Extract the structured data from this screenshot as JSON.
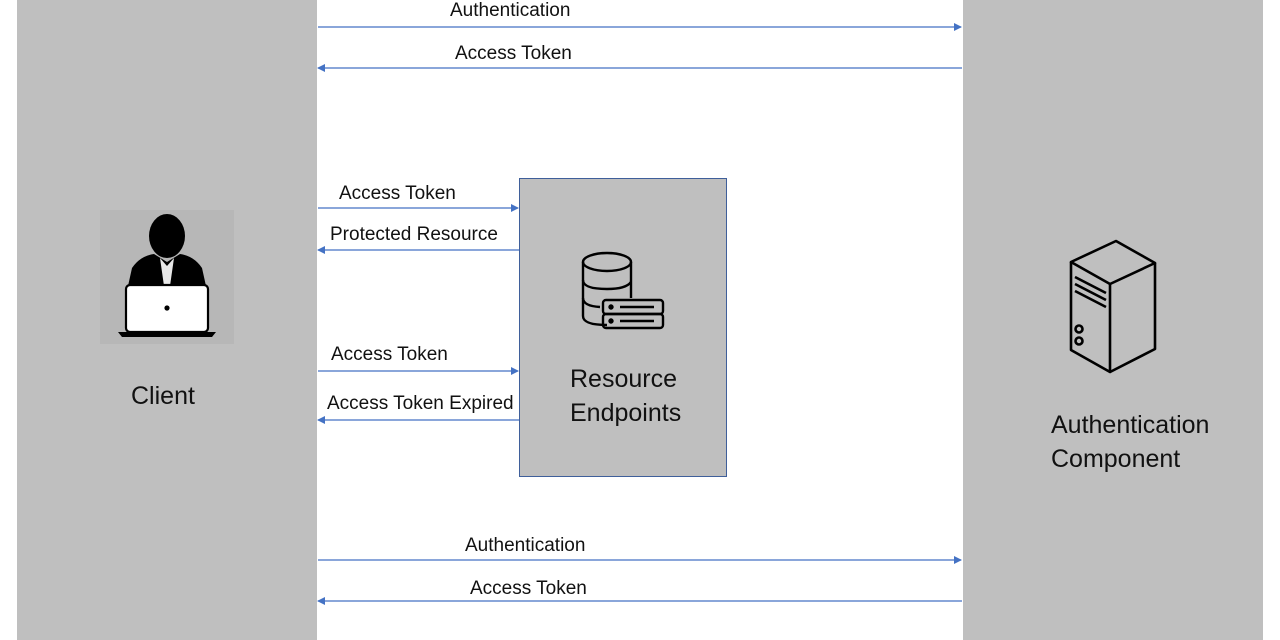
{
  "colors": {
    "lane": "#bfbfbf",
    "arrow": "#4472c4",
    "box_border": "#3f5f9a"
  },
  "client": {
    "label": "Client",
    "icon": "user-at-laptop-icon"
  },
  "auth": {
    "label_line1": "Authentication",
    "label_line2": "Component",
    "icon": "server-tower-icon"
  },
  "resource": {
    "label_line1": "Resource",
    "label_line2": "Endpoints",
    "icon": "database-stack-icon"
  },
  "messages": {
    "auth_request_1": "Authentication",
    "token_reply_1": "Access Token",
    "token_send_1": "Access Token",
    "resource_reply": "Protected Resource",
    "token_send_2": "Access Token",
    "expired_reply": "Access Token Expired",
    "auth_request_2": "Authentication",
    "token_reply_2": "Access Token"
  }
}
